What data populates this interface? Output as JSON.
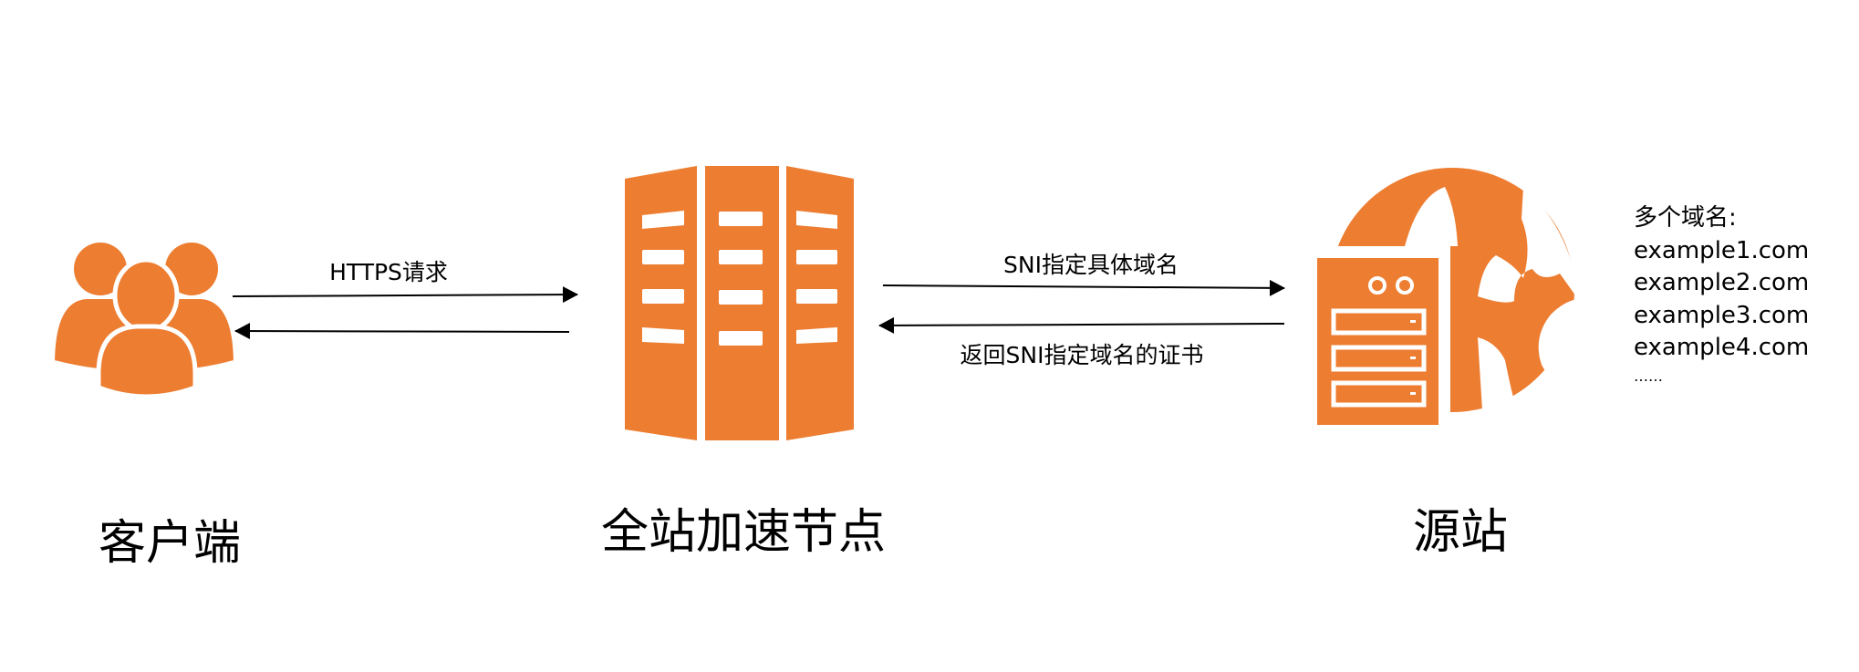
{
  "colors": {
    "accent": "#ED7D31",
    "line": "#000000"
  },
  "nodes": {
    "client": {
      "label": "客户端",
      "icon": "users-icon"
    },
    "edge": {
      "label": "全站加速节点",
      "icon": "server-building-icon"
    },
    "origin": {
      "label": "源站",
      "icon": "server-globe-icon"
    }
  },
  "arrows": {
    "https_request": "HTTPS请求",
    "sni_request": "SNI指定具体域名",
    "sni_response": "返回SNI指定域名的证书"
  },
  "domains": {
    "title": "多个域名:",
    "items": [
      "example1.com",
      "example2.com",
      "example3.com",
      "example4.com",
      "……"
    ]
  }
}
